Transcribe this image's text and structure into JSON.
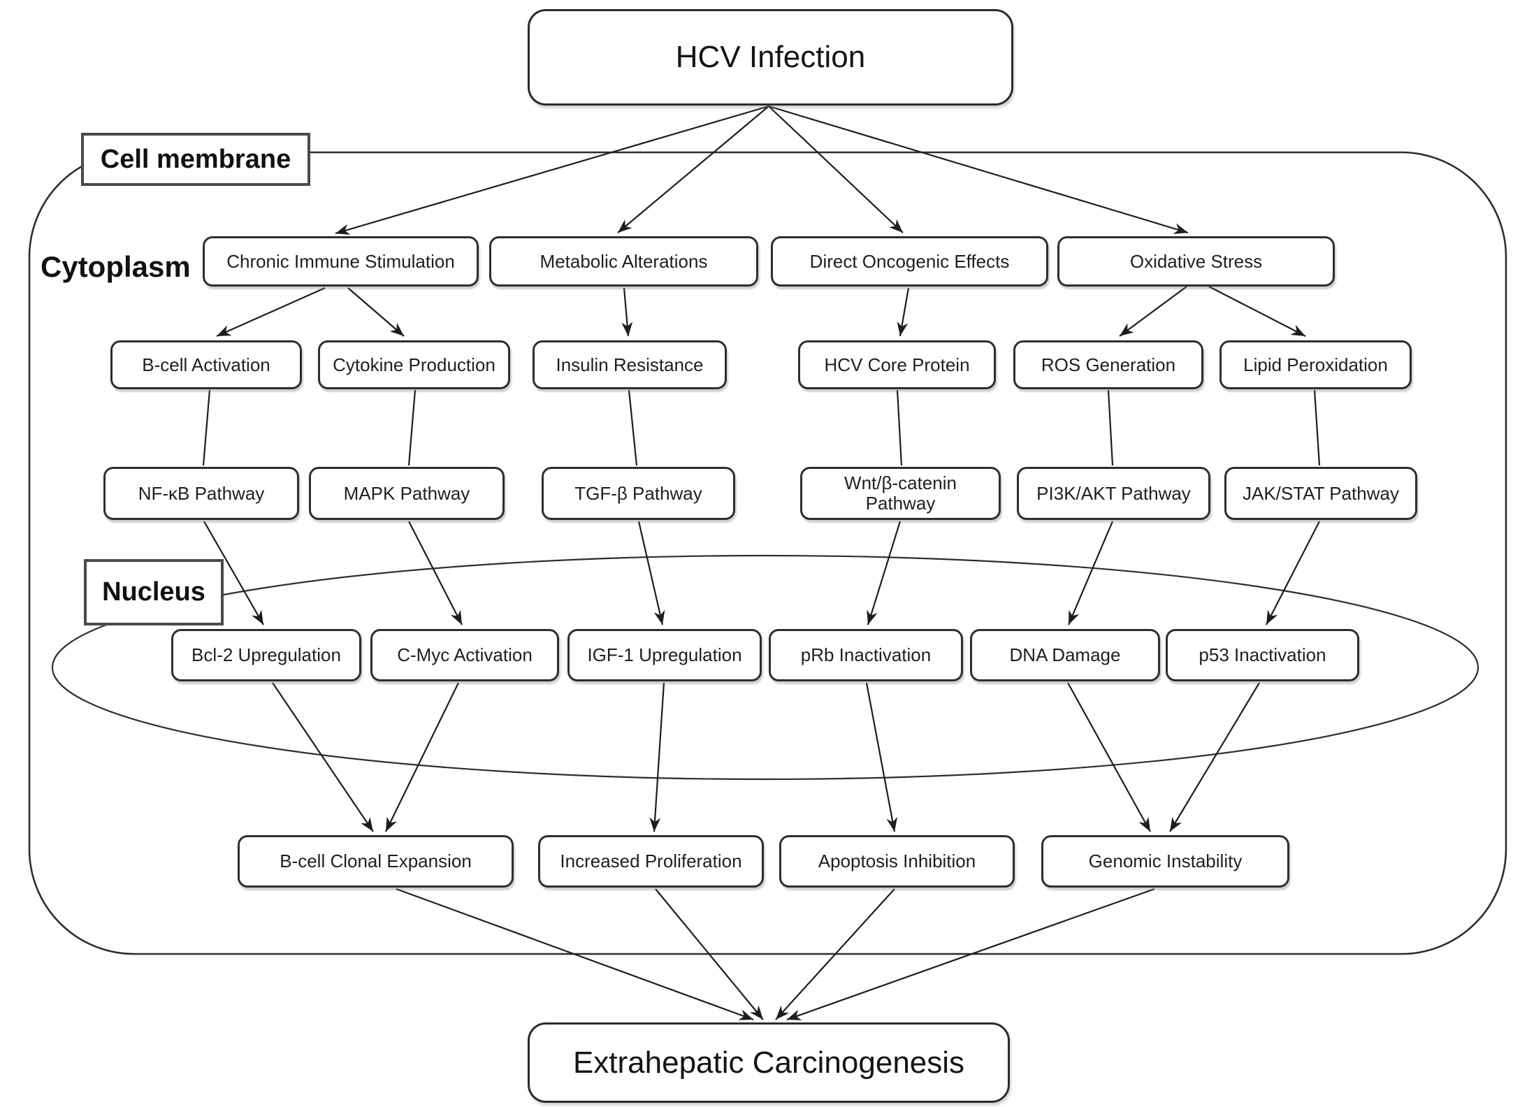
{
  "colors": {
    "stroke": "#2b2b2b",
    "background": "#ffffff",
    "text": "#1c1c1c"
  },
  "root_node": {
    "label": "HCV Infection"
  },
  "final_node": {
    "label": "Extrahepatic Carcinogenesis"
  },
  "regions": {
    "cell_membrane": {
      "label": "Cell membrane"
    },
    "cytoplasm": {
      "label": "Cytoplasm"
    },
    "nucleus": {
      "label": "Nucleus"
    }
  },
  "nodes": {
    "mechanisms": [
      {
        "label": "Chronic Immune Stimulation"
      },
      {
        "label": "Metabolic Alterations"
      },
      {
        "label": "Direct Oncogenic Effects"
      },
      {
        "label": "Oxidative Stress"
      }
    ],
    "mediators": [
      {
        "label": "B-cell Activation"
      },
      {
        "label": "Cytokine Production"
      },
      {
        "label": "Insulin Resistance"
      },
      {
        "label": "HCV Core Protein"
      },
      {
        "label": "ROS Generation"
      },
      {
        "label": "Lipid Peroxidation"
      }
    ],
    "pathways": [
      {
        "label": "NF-κB Pathway"
      },
      {
        "label": "MAPK Pathway"
      },
      {
        "label": "TGF-β Pathway"
      },
      {
        "label": "Wnt/β-catenin Pathway"
      },
      {
        "label": "PI3K/AKT Pathway"
      },
      {
        "label": "JAK/STAT Pathway"
      }
    ],
    "nuclear_events": [
      {
        "label": "Bcl-2 Upregulation"
      },
      {
        "label": "C-Myc Activation"
      },
      {
        "label": "IGF-1 Upregulation"
      },
      {
        "label": "pRb Inactivation"
      },
      {
        "label": "DNA Damage"
      },
      {
        "label": "p53 Inactivation"
      }
    ],
    "outcomes": [
      {
        "label": "B-cell Clonal Expansion"
      },
      {
        "label": "Increased Proliferation"
      },
      {
        "label": "Apoptosis Inhibition"
      },
      {
        "label": "Genomic Instability"
      }
    ]
  },
  "edges": [
    {
      "from": "HCV Infection",
      "to": "Chronic Immune Stimulation"
    },
    {
      "from": "HCV Infection",
      "to": "Metabolic Alterations"
    },
    {
      "from": "HCV Infection",
      "to": "Direct Oncogenic Effects"
    },
    {
      "from": "HCV Infection",
      "to": "Oxidative Stress"
    },
    {
      "from": "Chronic Immune Stimulation",
      "to": "B-cell Activation"
    },
    {
      "from": "Chronic Immune Stimulation",
      "to": "Cytokine Production"
    },
    {
      "from": "Metabolic Alterations",
      "to": "Insulin Resistance"
    },
    {
      "from": "Direct Oncogenic Effects",
      "to": "HCV Core Protein"
    },
    {
      "from": "Oxidative Stress",
      "to": "ROS Generation"
    },
    {
      "from": "Oxidative Stress",
      "to": "Lipid Peroxidation"
    },
    {
      "from": "B-cell Activation",
      "to": "NF-κB Pathway"
    },
    {
      "from": "Cytokine Production",
      "to": "MAPK Pathway"
    },
    {
      "from": "Insulin Resistance",
      "to": "TGF-β Pathway"
    },
    {
      "from": "HCV Core Protein",
      "to": "Wnt/β-catenin Pathway"
    },
    {
      "from": "ROS Generation",
      "to": "PI3K/AKT Pathway"
    },
    {
      "from": "Lipid Peroxidation",
      "to": "JAK/STAT Pathway"
    },
    {
      "from": "NF-κB Pathway",
      "to": "Bcl-2 Upregulation"
    },
    {
      "from": "MAPK Pathway",
      "to": "C-Myc Activation"
    },
    {
      "from": "TGF-β Pathway",
      "to": "IGF-1 Upregulation"
    },
    {
      "from": "Wnt/β-catenin Pathway",
      "to": "pRb Inactivation"
    },
    {
      "from": "PI3K/AKT Pathway",
      "to": "DNA Damage"
    },
    {
      "from": "JAK/STAT Pathway",
      "to": "p53 Inactivation"
    },
    {
      "from": "Bcl-2 Upregulation",
      "to": "B-cell Clonal Expansion"
    },
    {
      "from": "C-Myc Activation",
      "to": "B-cell Clonal Expansion"
    },
    {
      "from": "IGF-1 Upregulation",
      "to": "Increased Proliferation"
    },
    {
      "from": "pRb Inactivation",
      "to": "Apoptosis Inhibition"
    },
    {
      "from": "DNA Damage",
      "to": "Genomic Instability"
    },
    {
      "from": "p53 Inactivation",
      "to": "Genomic Instability"
    },
    {
      "from": "B-cell Clonal Expansion",
      "to": "Extrahepatic Carcinogenesis"
    },
    {
      "from": "Increased Proliferation",
      "to": "Extrahepatic Carcinogenesis"
    },
    {
      "from": "Apoptosis Inhibition",
      "to": "Extrahepatic Carcinogenesis"
    },
    {
      "from": "Genomic Instability",
      "to": "Extrahepatic Carcinogenesis"
    }
  ]
}
